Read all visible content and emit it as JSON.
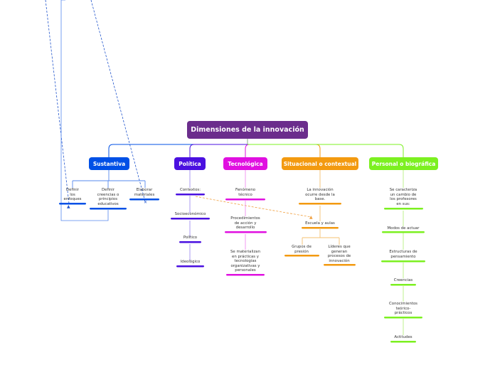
{
  "root": {
    "label": "Dimensiones de la innovación",
    "color": "#6b2d8c"
  },
  "categories": [
    {
      "label": "Sustantiva",
      "color": "#0050e6",
      "items": [
        "Definir\nlos\nenfoques",
        "Definir\ncreencias o\nprincipios\neducativos",
        "Elaborar\nmateriales"
      ]
    },
    {
      "label": "Política",
      "color": "#4a10e0",
      "items": [
        "Contextos:",
        "Socioeconómico",
        "Político",
        "Ideológico"
      ]
    },
    {
      "label": "Tecnológica",
      "color": "#e010e0",
      "items": [
        "Fenómeno\ntécnico",
        "Procedimientos\nde acción y\ndesarrollo",
        "Se materializan\nen prácticas y\ntecnologías\norganizativas y\npersonales"
      ]
    },
    {
      "label": "Situacional o contextual",
      "color": "#f39a10",
      "items": [
        "La innovación\nocurre desde la\nbase.",
        "Escuela y aulas",
        "Grupos de\npresión",
        "Líderes que\ngeneran\nprocesos de\ninnovación"
      ]
    },
    {
      "label": "Personal o biográfica",
      "color": "#7cf020",
      "items": [
        "Se caracteriza\nun cambio de\nlos profesores\nen sus:",
        "Modos de actuar",
        "Estructuras de\npensamiento",
        "Creencias",
        "Conocimientos\nteórico-\nprácticos",
        "Actitudes"
      ]
    }
  ]
}
